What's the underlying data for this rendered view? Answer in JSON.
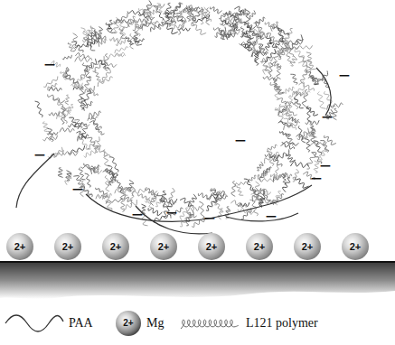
{
  "diagram": {
    "nodes": [
      {
        "text": [
          "2+"
        ]
      },
      {
        "text": [
          "2+"
        ]
      },
      {
        "text": [
          "2+"
        ]
      },
      {
        "text": [
          "2+"
        ]
      },
      {
        "text": [
          "2+"
        ]
      },
      {
        "text": [
          "2+"
        ]
      },
      {
        "text": [
          "2+"
        ]
      },
      {
        "text": [
          "2+"
        ]
      }
    ],
    "labels": [
      "−",
      "−",
      "−",
      "−",
      "−",
      "−",
      "−",
      "−",
      "−",
      "−",
      "−",
      "−",
      "2+"
    ],
    "legend": [
      {
        "text": "PAA"
      },
      {
        "text": "Mg"
      },
      {
        "text": "L121 polymer"
      }
    ]
  }
}
